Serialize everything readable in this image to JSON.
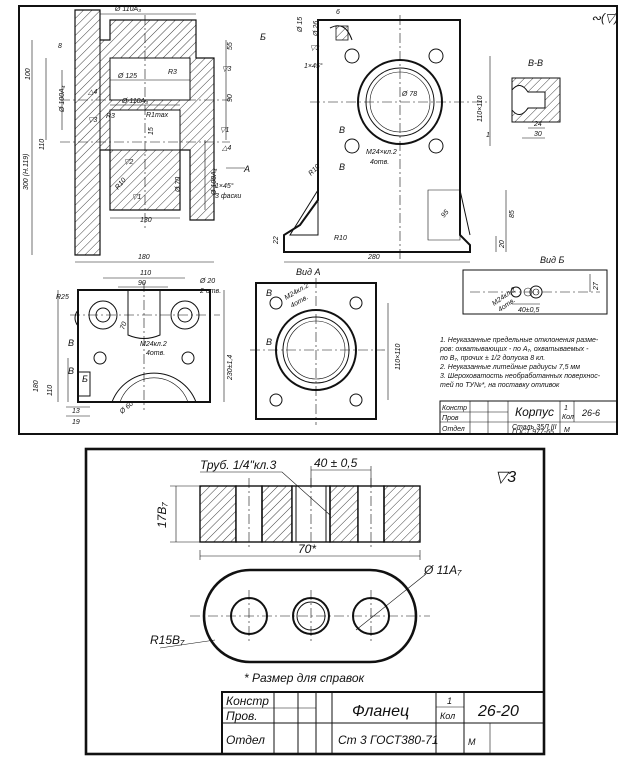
{
  "top_sheet": {
    "corner_mark": "∾(▽)",
    "dims": {
      "d110a3_top": "Ø 110A₃",
      "d125": "Ø 125",
      "d110a3_mid": "Ø 110A₃",
      "d100a4_left": "Ø 100A₄",
      "d100a4_right": "Ø 100A₄",
      "d70": "Ø 70",
      "r3_a": "R3",
      "r3_b": "R3",
      "r1max": "R1max",
      "r10": "R10",
      "v55": "55",
      "v90": "90",
      "v110": "110",
      "v100": "100",
      "v300": "300 (H.119)",
      "v180": "180",
      "v130": "130",
      "v8": "8",
      "v15": "15",
      "v3": "3",
      "v22": "22",
      "v20": "20",
      "v85": "85",
      "v280": "280",
      "v95": "95",
      "v6": "6",
      "d15": "Ø 15",
      "d26": "Ø 26",
      "chamfer1": "1×45°",
      "chamfer2": "1×45°",
      "chamfer_note": "3 фаски",
      "d78": "Ø 78",
      "v110x110": "110×110",
      "thread_m24": "M24×кл.2",
      "holes4": "4отв.",
      "v24": "24",
      "v30": "30",
      "v27": "27",
      "v40": "40±0,5",
      "mark_b": "Б",
      "mark_a": "А",
      "mark_v": "В",
      "mark_1": "1",
      "sq1": "▽1",
      "sq2": "▽2",
      "sq3": "▽3",
      "sq4": "△4"
    },
    "view_labels": {
      "vv": "В-В",
      "view_a": "Вид А",
      "view_b": "Вид Б"
    },
    "bottom_dims": {
      "d20": "Ø 20",
      "holes2": "2 отв.",
      "r25": "R25",
      "v110": "110",
      "v90": "90",
      "v70": "70",
      "v180": "180",
      "v110b": "110",
      "v13": "13",
      "v19": "19",
      "d60": "Ø 60",
      "m24": "M24кл.2",
      "holes4": "4отв.",
      "v230": "230±1,4",
      "v110x110": "110×110"
    },
    "notes": [
      "1. Неуказанные предельные отклонения разме-",
      "ров: охватывающих - по А₇, охватываемых -",
      "по В₇, прочих ± 1/2 допуска 8 кл.",
      "2. Неуказанные литейные радиусы 7,5 мм",
      "3. Шероховатость необработанных поверхнос-",
      "тей по ТУ№*, на поставку отливок"
    ],
    "title_block": {
      "konstr": "Констр",
      "prov": "Пров",
      "otdel": "Отдел",
      "name": "Корпус",
      "qty": "1",
      "qty_label": "Кол",
      "code": "26-6",
      "material": "Сталь 35Л III",
      "gost": "ГОСТ 977-65",
      "m": "М"
    }
  },
  "flange_sheet": {
    "roughness": "▽3",
    "pipe_label": "Труб. 1/4\"кл.3",
    "dim_40": "40 ± 0,5",
    "dim_17": "17В₇",
    "dim_70": "70*",
    "dim_11": "Ø 11A₇",
    "dim_r15": "R15В₇",
    "footnote": "* Размер для справок",
    "title_block": {
      "konstr": "Констр",
      "prov": "Пров.",
      "otdel": "Отдел",
      "name": "Фланец",
      "qty": "1",
      "qty_label": "Кол",
      "code": "26-20",
      "material": "Ст 3 ГОСТ380-71",
      "m": "М"
    }
  }
}
